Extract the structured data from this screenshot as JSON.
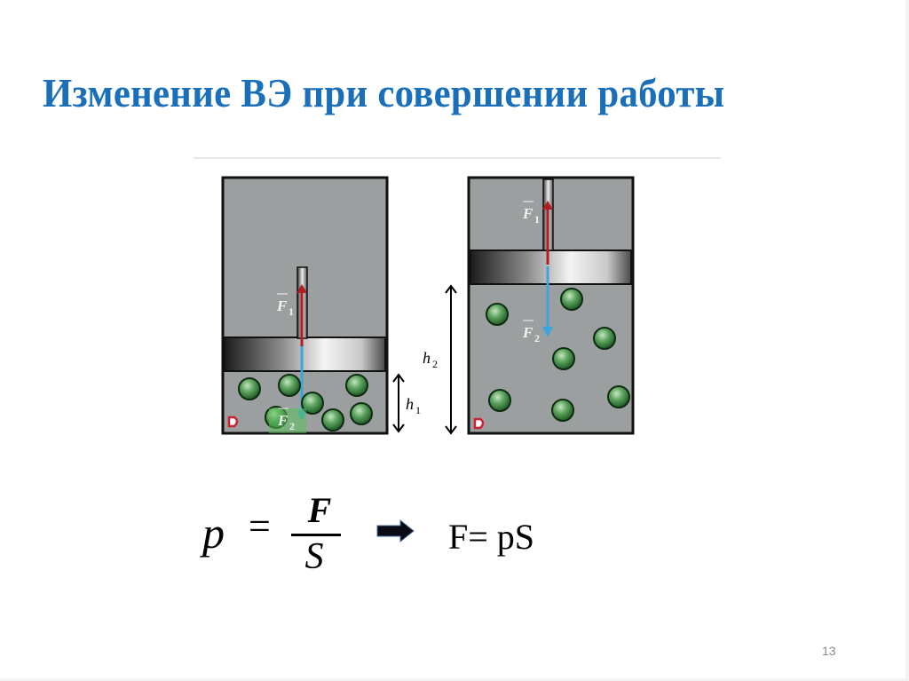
{
  "slide": {
    "title": "Изменение ВЭ при совершении работы",
    "page_number": "13",
    "colors": {
      "title": "#1a6fba",
      "cylinder_fill": "#9c9fa0",
      "molecule": "#3e8a44",
      "force_up": "#b01e22",
      "force_down": "#3aa6dc"
    }
  },
  "figure": {
    "left_cylinder": {
      "force1_label": "F",
      "force1_sub": "1",
      "force2_label": "F",
      "force2_sub": "2",
      "height_label": "h",
      "height_sub": "1"
    },
    "right_cylinder": {
      "force1_label": "F",
      "force1_sub": "1",
      "force2_label": "F",
      "force2_sub": "2",
      "height_label": "h",
      "height_sub": "2"
    }
  },
  "formula": {
    "lhs": "p",
    "equals": "=",
    "numerator": "F",
    "denominator": "S",
    "arrow_icon": "right-arrow-icon",
    "result": "F= pS"
  }
}
